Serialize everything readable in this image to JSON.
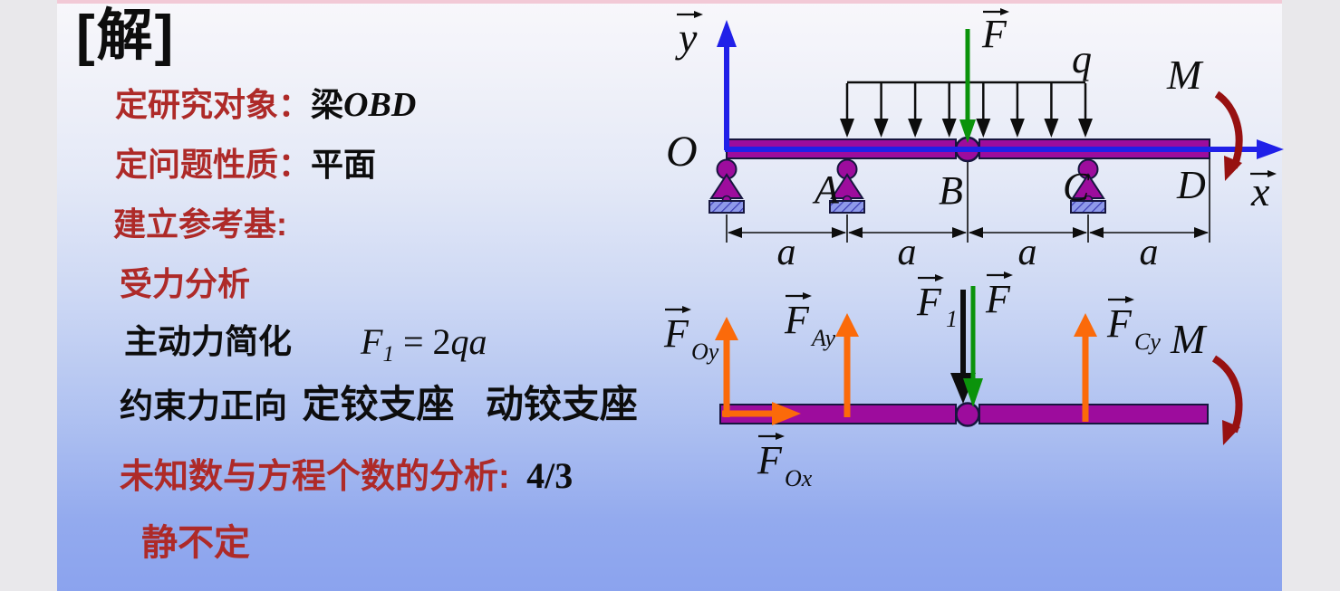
{
  "solution": {
    "header": "[解]",
    "s1_label": "定研究对象：",
    "s1_value_cn": "梁",
    "s1_value_en": "OBD",
    "s2_label": "定问题性质：",
    "s2_value": "平面",
    "s3": "建立参考基:",
    "s4": "受力分析",
    "s5": "主动力简化",
    "s5_f": "F",
    "s5_sub": "1",
    "s5_eq": "= 2",
    "s5_var": "qa",
    "s6a": "约束力正向",
    "s6b": "定铰支座",
    "s6c": "动铰支座",
    "s7_label": "未知数与方程个数的分析:",
    "s7_value": "4/3",
    "s8": "静不定"
  },
  "beam_diagram": {
    "axis_y": "y",
    "axis_x": "x",
    "origin": "O",
    "point_a": "A",
    "point_b": "B",
    "point_c": "C",
    "point_d": "D",
    "load_q": "q",
    "moment": "M",
    "force_f": "F",
    "dim_a": "a"
  },
  "fbd": {
    "f": "F",
    "sub_1": "1",
    "sub_oy": "Oy",
    "sub_ay": "Ay",
    "sub_cy": "Cy",
    "sub_ox": "Ox",
    "moment": "M"
  },
  "colors": {
    "beam_magenta": "#9d0c9d",
    "axis_blue": "#2020e8",
    "force_green": "#0b930b",
    "reaction_orange": "#fb6a0a",
    "moment_dark_red": "#971111",
    "text_red": "#ae2a28",
    "support_base": "#8f9aea",
    "slide_blue_bottom": "#8ba3ee"
  }
}
